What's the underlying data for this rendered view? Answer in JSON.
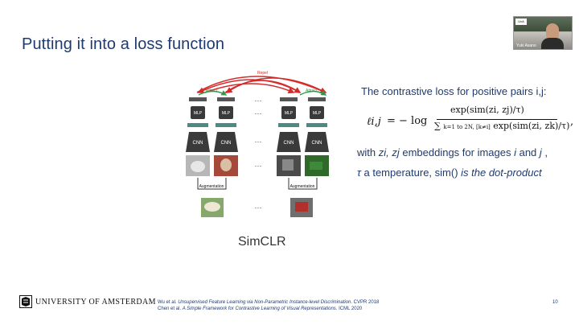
{
  "slide": {
    "title": "Putting it into a loss function",
    "page_number": "10"
  },
  "webcam": {
    "badge": "UvA",
    "caption": "Yuki Asano"
  },
  "diagram": {
    "repel_label": "Repel",
    "attract_label": "Attract",
    "mlp_label": "MLP",
    "cnn_label": "CNN",
    "augmentation_label": "Augmentation",
    "ellipsis": "···",
    "name": "SimCLR"
  },
  "loss": {
    "caption": "The contrastive loss for positive pairs i,j:",
    "lhs": "ℓi,j",
    "equals": "= − log",
    "numerator": "exp(sim(zi, zj)/τ)",
    "denominator_sum": "∑",
    "denominator_limits": "k=1 to 2N, [k≠i]",
    "denominator_body": "exp(sim(zi, zk)/τ)",
    "comma": ","
  },
  "explanation": {
    "line1_prefix": "with ",
    "line1_vars": "zi, zj",
    "line1_middle": " embeddings for images ",
    "line1_i": "i",
    "line1_and": " and ",
    "line1_j": "j",
    "line1_end": " ,",
    "line2_tau": "τ",
    "line2_middle": " a temperature, sim() ",
    "line2_italic": "is the dot-product"
  },
  "footer": {
    "university": "UNIVERSITY OF AMSTERDAM",
    "ref1_authors": "Wu et al. ",
    "ref1_title": "Unsupervised Feature Learning via Non-Parametric Instance-level Discrimination",
    "ref1_venue": ". CVPR 2018",
    "ref2_authors": "Chen et al. ",
    "ref2_title": "A Simple Framework for Contrastive Learning of Visual Representations",
    "ref2_venue": ". ICML 2020"
  },
  "colors": {
    "title": "#1f3b6e",
    "repel_arrow": "#d62b2b",
    "attract_arrow": "#2e9b48",
    "cnn_block": "#3a3a3a",
    "mlp_block": "#3a3a3a",
    "feature_cell": "#4d8a86"
  }
}
